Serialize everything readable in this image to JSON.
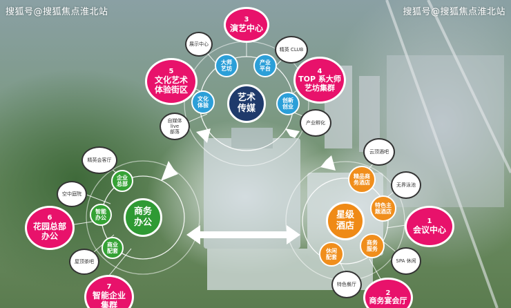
{
  "watermarks": {
    "left": "搜狐号@搜狐焦点淮北站",
    "right": "搜狐号@搜狐焦点淮北站"
  },
  "hubs": {
    "art": "艺术\n传媒",
    "office": "商务\n办公",
    "hotel": "星级\n酒店"
  },
  "features": {
    "f1": {
      "num": "1",
      "label": "会议中心"
    },
    "f2": {
      "num": "2",
      "label": "商务宴会厅"
    },
    "f3": {
      "num": "3",
      "label": "演艺中心"
    },
    "f4": {
      "num": "4",
      "label": "TOP 系大师\n艺坊集群"
    },
    "f5": {
      "num": "5",
      "label": "文化艺术\n体验街区"
    },
    "f6": {
      "num": "6",
      "label": "花园总部\n办公"
    },
    "f7": {
      "num": "7",
      "label": "智能企业\n集群"
    }
  },
  "art_ring": {
    "master": "大师\n艺坊",
    "industry": "产业\n平台",
    "culture": "文化\n体验",
    "innovation": "创新\n创业"
  },
  "office_ring": {
    "hq": "企业\n总部",
    "smart": "智能\n办公",
    "commercial": "商业\n配套"
  },
  "hotel_ring": {
    "boutique": "精品商\n务酒店",
    "theme": "特色主\n题酒店",
    "business": "商务\n服务",
    "leisure": "休闲\n配套"
  },
  "small": {
    "exhibition": "展示中心",
    "elite_club": "精英 CLUB",
    "media": "自媒体 live\n部落",
    "incubation": "产业孵化",
    "elite_lounge": "精英会客厅",
    "sky_garden": "空中庭院",
    "rooftop_tea": "屋顶茶吧",
    "cloud_bar": "云顶酒吧",
    "infinity_pool": "无界泳池",
    "spa": "SPA 休闲",
    "restaurant": "特色餐厅"
  },
  "colors": {
    "pink": "#e8126b",
    "blue": "#2c9fd8",
    "green": "#35a235",
    "orange": "#f08e1c",
    "navy": "#1f3a6b"
  }
}
